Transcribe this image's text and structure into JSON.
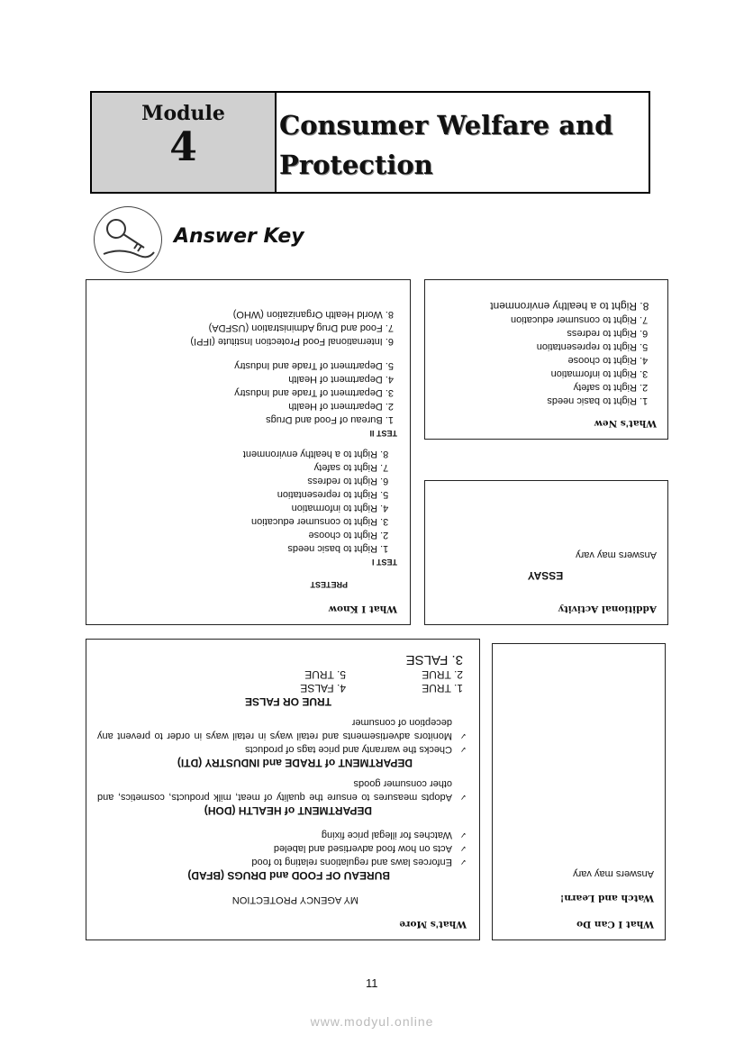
{
  "header": {
    "module_label": "Module",
    "module_number": "4",
    "title_line1": "Consumer Welfare and",
    "title_line2": "Protection"
  },
  "answer_key": "Answer Key",
  "what_i_know": {
    "title": "What I Know",
    "pretest": "PRETEST",
    "test1": "TEST I",
    "test1_items": [
      "Right to basic needs",
      "Right to choose",
      "Right to consumer education",
      "Right to information",
      "Right to representation",
      "Right to redress",
      "Right to safety",
      "Right to a healthy environment"
    ],
    "test2": "TEST II",
    "test2_items": [
      "1.  Bureau of Food and Drugs",
      "2.  Department of Health",
      "3.  Department of Trade and Industry",
      "4.  Department of Health",
      "5.  Department of Trade and Industry"
    ],
    "test2_more": [
      "6. International Food Protection Institute (IFPI)",
      "7. Food and Drug Administration (USFDA)",
      "8. World Health Organization (WHO)"
    ]
  },
  "whats_new": {
    "title": "What's New",
    "items": [
      "Right to basic needs",
      "Right to safety",
      "Right to information",
      "Right to choose",
      "Right to representation",
      "Right to redress",
      "Right to consumer education",
      "Right to a healthy environment"
    ]
  },
  "additional_activity": {
    "title": "Additional Activity",
    "essay": "ESSAY",
    "answer": "Answers may vary"
  },
  "whats_more": {
    "title": "What's More",
    "heading": "MY AGENCY PROTECTION",
    "bfad": "BUREAU OF FOOD and DRUGS (BFAD)",
    "bfad_items": [
      "Enforces laws and regulations relating to food",
      "Acts on how food advertised and labeled",
      "Watches for illegal price fixing"
    ],
    "doh": "DEPARTMENT of HEALTH (DOH)",
    "doh_items": [
      "Adopts measures to ensure the quality of meat, milk products, cosmetics, and other consumer goods"
    ],
    "dti": "DEPARTMENT of TRADE and INDUSTRY (DTI)",
    "dti_items": [
      "Checks the warranty and price tags of products",
      "Monitors advertisements and retail ways in retail ways in order to prevent any deception of consumer"
    ],
    "tf": "TRUE OR FALSE",
    "tf_items": [
      "1.  TRUE",
      "4. FALSE",
      "2.  TRUE",
      "5. TRUE",
      "3.  FALSE"
    ]
  },
  "what_i_can_do": {
    "title": "What I Can Do",
    "subtitle": "Watch and Learn!",
    "answer": "Answers may vary"
  },
  "page_number": "11",
  "watermark": "www.modyul.online"
}
